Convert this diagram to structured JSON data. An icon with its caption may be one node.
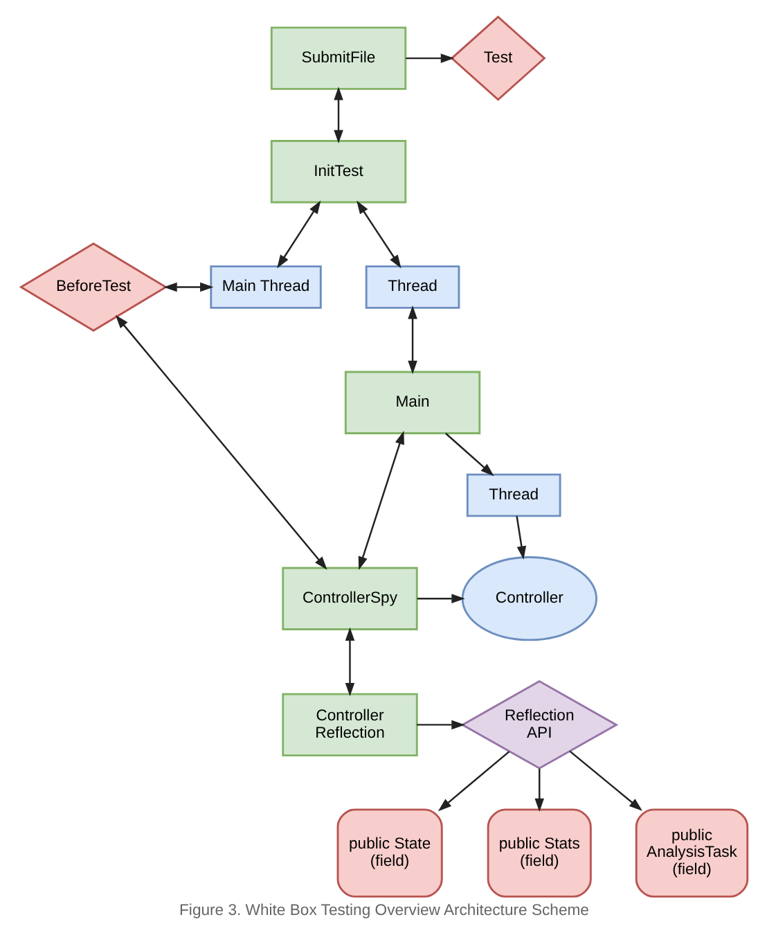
{
  "diagram": {
    "caption": "Figure 3. White Box Testing Overview Architecture Scheme",
    "nodes": [
      {
        "text": [
          "SubmitFile"
        ]
      },
      {
        "text": [
          "Test"
        ]
      },
      {
        "text": [
          "InitTest"
        ]
      },
      {
        "text": [
          "BeforeTest"
        ]
      },
      {
        "text": [
          "Main Thread"
        ]
      },
      {
        "text": [
          "Thread"
        ]
      },
      {
        "text": [
          "Main"
        ]
      },
      {
        "text": [
          "Thread"
        ]
      },
      {
        "text": [
          "ControllerSpy"
        ]
      },
      {
        "text": [
          "Controller"
        ]
      },
      {
        "text": [
          "Controller Reflection"
        ]
      },
      {
        "text": [
          "Reflection API"
        ]
      },
      {
        "text": [
          "public State (field)"
        ]
      },
      {
        "text": [
          "public Stats (field)"
        ]
      },
      {
        "text": [
          "public AnalysisTask (field)"
        ]
      }
    ],
    "edges": [
      {
        "from": 0,
        "to": 1,
        "arrow": "to"
      },
      {
        "from": 0,
        "to": 2,
        "arrow": "both"
      },
      {
        "from": 2,
        "to": 4,
        "arrow": "both"
      },
      {
        "from": 2,
        "to": 5,
        "arrow": "both"
      },
      {
        "from": 3,
        "to": 4,
        "arrow": "both"
      },
      {
        "from": 5,
        "to": 6,
        "arrow": "both"
      },
      {
        "from": 6,
        "to": 7,
        "arrow": "to"
      },
      {
        "from": 6,
        "to": 8,
        "arrow": "both"
      },
      {
        "from": 3,
        "to": 8,
        "arrow": "both"
      },
      {
        "from": 8,
        "to": 9,
        "arrow": "to"
      },
      {
        "from": 7,
        "to": 9,
        "arrow": "to"
      },
      {
        "from": 8,
        "to": 10,
        "arrow": "both"
      },
      {
        "from": 10,
        "to": 11,
        "arrow": "to"
      },
      {
        "from": 11,
        "to": 12,
        "arrow": "to"
      },
      {
        "from": 11,
        "to": 13,
        "arrow": "to"
      },
      {
        "from": 11,
        "to": 14,
        "arrow": "to"
      }
    ]
  }
}
